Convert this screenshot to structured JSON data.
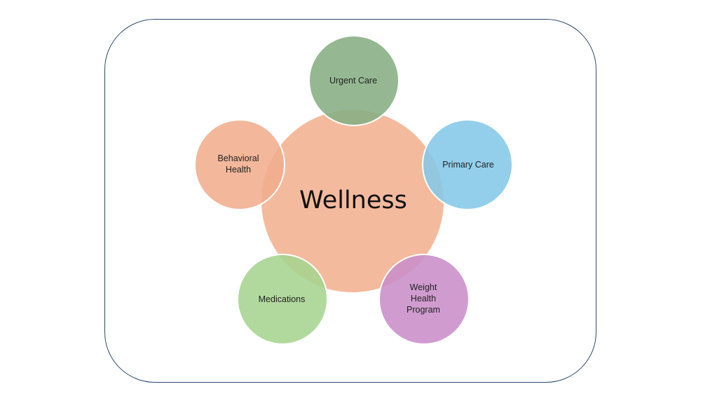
{
  "diagram": {
    "center": {
      "label": "Wellness",
      "color": "#f2b08f"
    },
    "nodes": [
      {
        "id": "urgent-care",
        "label": "Urgent Care",
        "color": "#86ae83"
      },
      {
        "id": "primary-care",
        "label": "Primary Care",
        "color": "#84c8e8"
      },
      {
        "id": "weight-health-program",
        "label": "Weight\nHealth\nProgram",
        "color": "#c98ec9"
      },
      {
        "id": "medications",
        "label": "Medications",
        "color": "#a6d490"
      },
      {
        "id": "behavioral-health",
        "label": "Behavioral\nHealth",
        "color": "#f1ad8d"
      }
    ],
    "frame_border_color": "#2e4a6b"
  }
}
